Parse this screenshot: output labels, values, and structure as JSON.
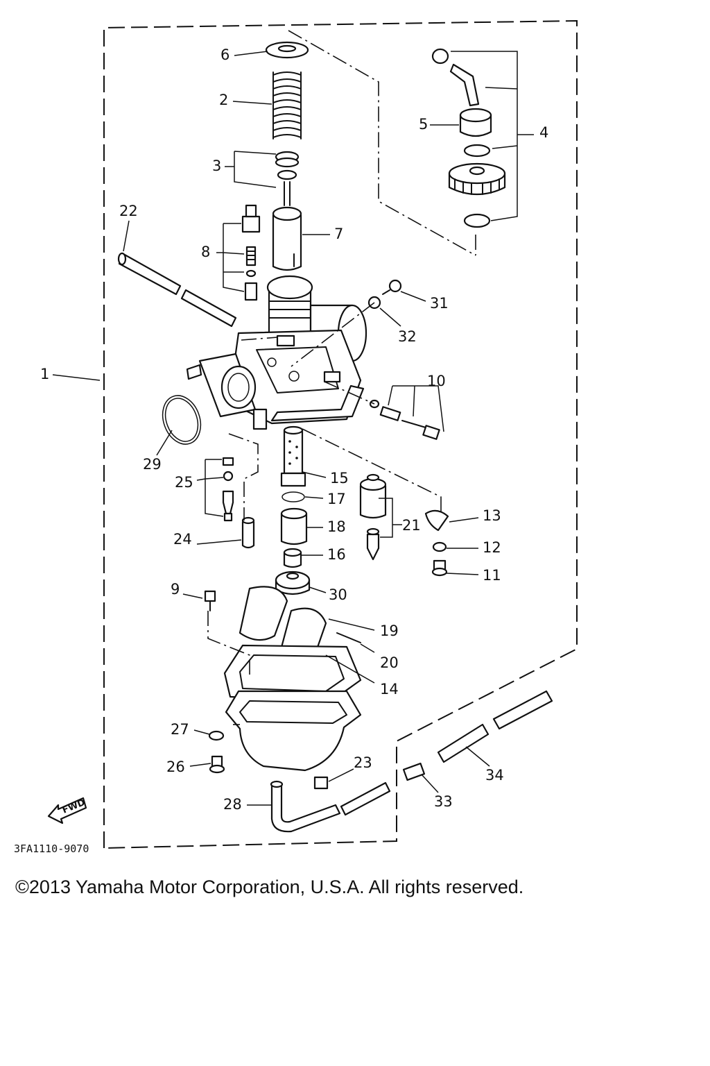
{
  "diagram": {
    "drawing_code": "3FA1110-9070",
    "direction_label": "FWD",
    "callouts": [
      "1",
      "2",
      "3",
      "4",
      "5",
      "6",
      "7",
      "8",
      "9",
      "10",
      "11",
      "12",
      "13",
      "14",
      "15",
      "16",
      "17",
      "18",
      "19",
      "20",
      "21",
      "22",
      "23",
      "24",
      "25",
      "26",
      "27",
      "28",
      "29",
      "30",
      "31",
      "32",
      "33",
      "34"
    ]
  },
  "footer": {
    "copyright": "©2013 Yamaha Motor Corporation, U.S.A. All rights reserved."
  }
}
